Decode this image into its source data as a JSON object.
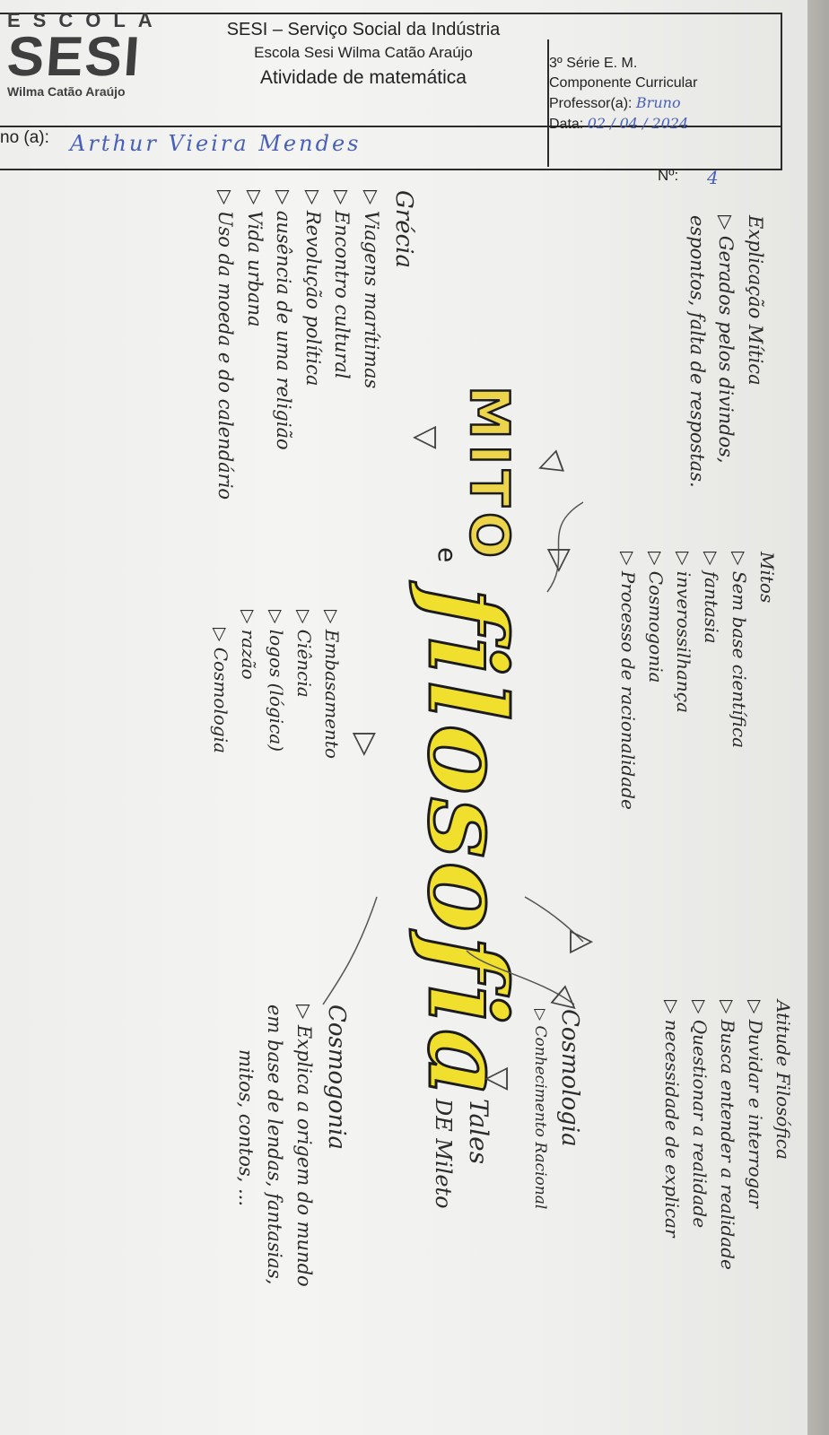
{
  "header": {
    "logo_escola": "ESCOLA",
    "logo_sesi": "SESI",
    "logo_school": "Wilma Catão Araújo",
    "title": "SESI – Serviço Social da Indústria",
    "school": "Escola Sesi Wilma Catão Araújo",
    "activity": "Atividade de matemática",
    "grade": "3º Série E. M.",
    "component": "Componente Curricular",
    "teacher_label": "Professor(a):",
    "teacher_value": "Bruno",
    "date_label": "Data:",
    "date_value": "02 / 04 / 2024",
    "student_label": "no (a):",
    "student_name": "Arthur Vieira Mendes",
    "number_label": "Nº:",
    "number_value": "4"
  },
  "title": {
    "mito": "MITO",
    "e": "e",
    "filosofia": "filosofia"
  },
  "sections": {
    "explicacao": {
      "heading": "Explicação Mítica",
      "lines": [
        "▷ Gerados pelos divindos,",
        "espontos, falta de respostas."
      ]
    },
    "mitos": {
      "heading": "Mitos",
      "lines": [
        "▷ Sem base científica",
        "▷ fantasia",
        "▷ inverossilhança",
        "▷ Cosmogonia",
        "▷ Processo de racionalidade"
      ]
    },
    "atitude": {
      "heading": "Atitude Filosófica",
      "lines": [
        "▷ Duvidar e interrogar",
        "▷ Busca entender a realidade",
        "▷ Questionar a realidade",
        "▷ necessidade de explicar"
      ]
    },
    "grecia": {
      "heading": "Grécia",
      "lines": [
        "▷ Viagens marítimas",
        "▷ Encontro cultural",
        "▷ Revolução política",
        "▷ ausência de uma religião",
        "▷ Vida urbana",
        "▷ Uso da moeda e do calendário"
      ]
    },
    "filosofia": {
      "lines": [
        "▷ Embasamento",
        "▷ Ciência",
        "▷ logos (lógica)",
        "▷ razão",
        "▷ Cosmologia"
      ]
    },
    "cosmologia": {
      "heading": "Cosmologia",
      "lines": [
        "▷ Conhecimento Racional"
      ]
    },
    "tales": {
      "heading": "Tales",
      "sub": "DE Mileto"
    },
    "cosmogonia": {
      "heading": "Cosmogonia",
      "lines": [
        "▷ Explica a origem do mundo",
        "em base de lendas, fantasias,",
        "mitos, contos, ..."
      ]
    }
  },
  "colors": {
    "title_fill": "#f1df2e",
    "ink": "#2b2b2b",
    "pen_blue": "#4860b8"
  }
}
